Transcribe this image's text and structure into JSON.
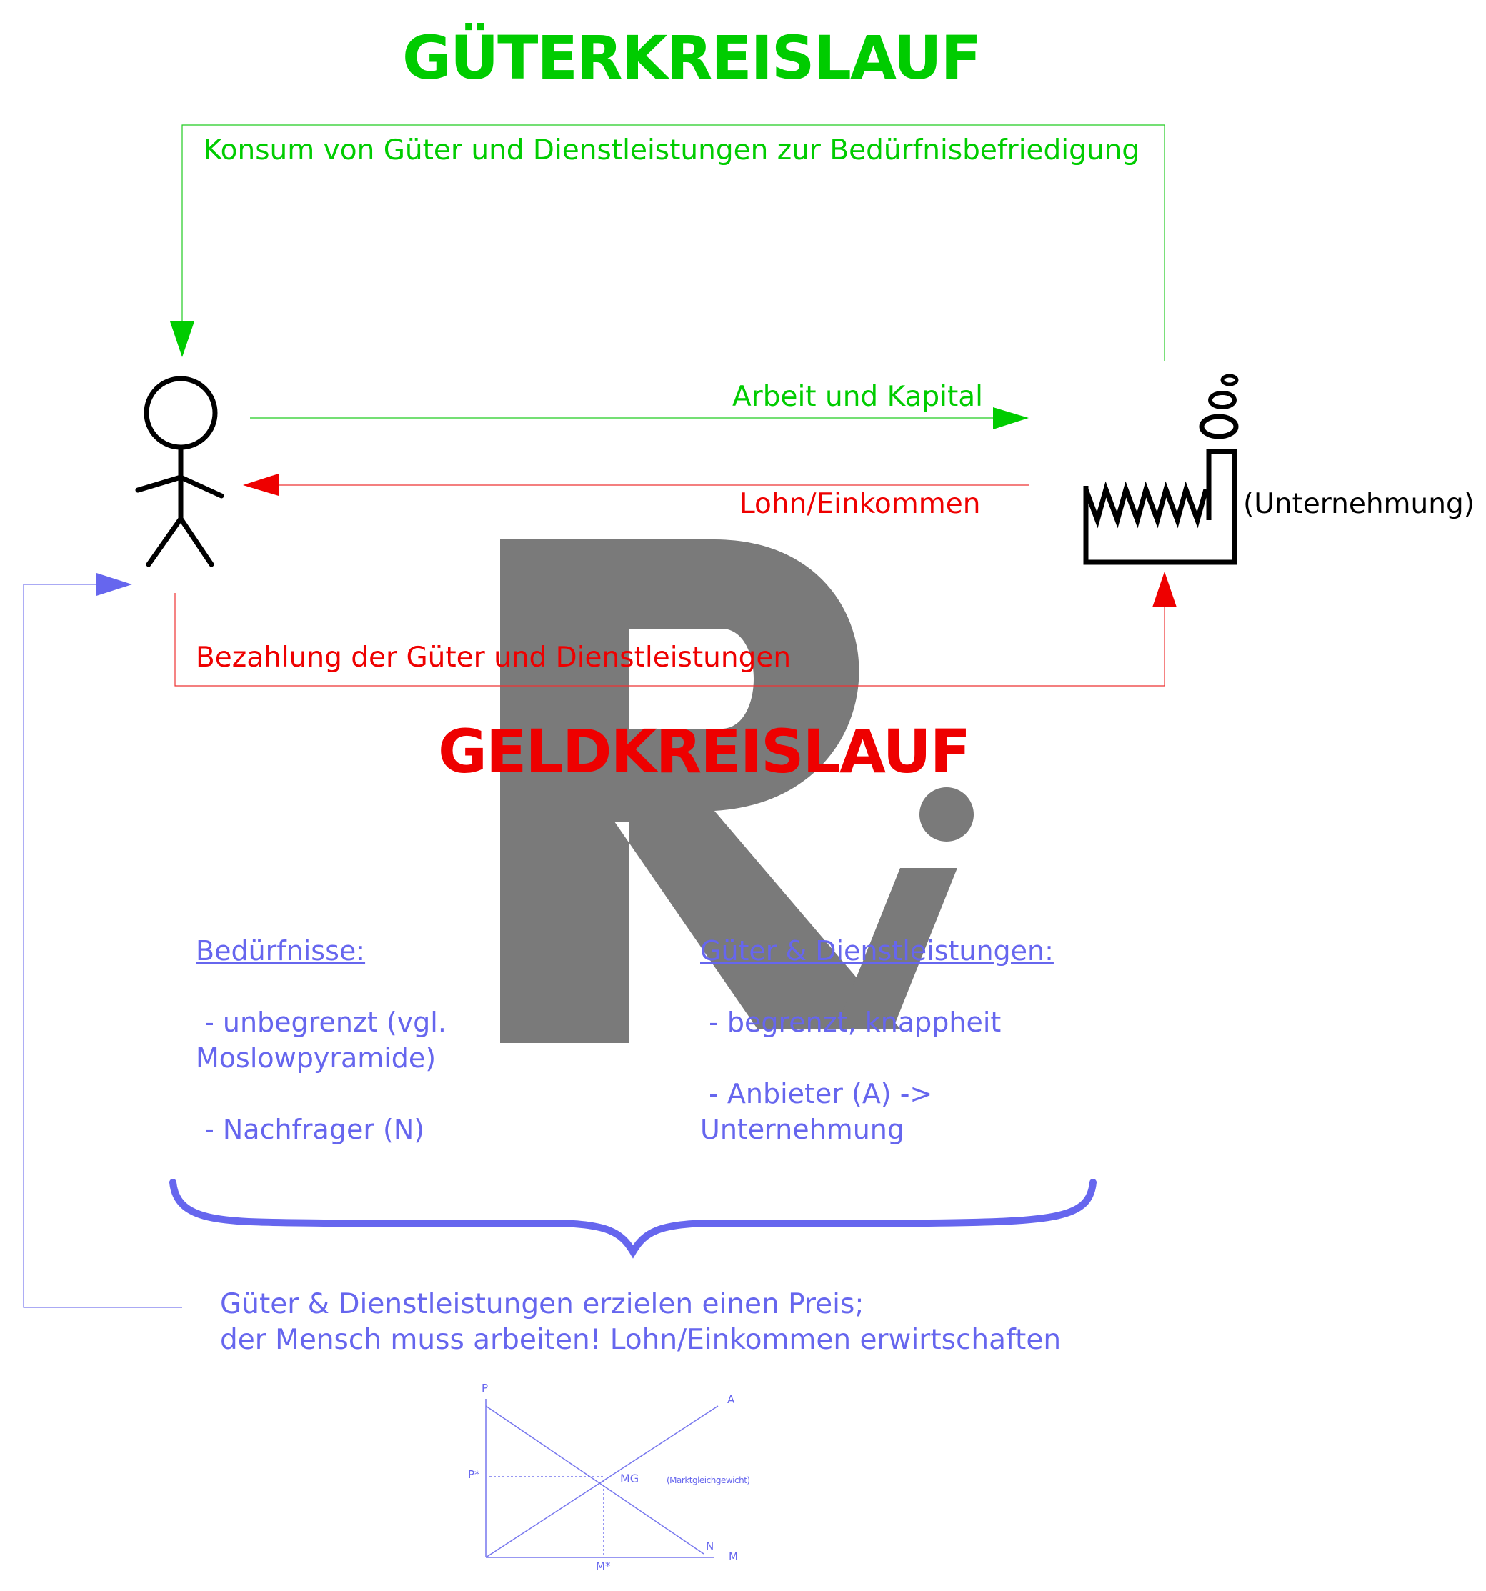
{
  "goods_cycle": {
    "title": "GÜTERKREISLAUF",
    "consumption_label": "Konsum von Güter und Dienstleistungen zur Bedürfnisbefriedigung",
    "labor_capital_label": "Arbeit und Kapital"
  },
  "money_cycle": {
    "title": "GELDKREISLAUF",
    "wage_label": "Lohn/Einkommen",
    "payment_label": "Bezahlung der Güter und Dienstleistungen"
  },
  "company_label": "(Unternehmung)",
  "needs": {
    "heading": "Bedürfnisse:",
    "point1_line1": " - unbegrenzt (vgl.",
    "point1_line2": "Moslowpyramide)",
    "point2": " - Nachfrager (N)"
  },
  "goods": {
    "heading": "Güter & Dienstleistungen:",
    "point1": " - begrenzt, knappheit",
    "point2_line1": " - Anbieter (A) ->",
    "point2_line2": "Unternehmung"
  },
  "conclusion": {
    "line1": "Güter & Dienstleistungen erzielen einen Preis;",
    "line2": "der Mensch muss arbeiten! Lohn/Einkommen erwirtschaften"
  },
  "market_chart": {
    "axis_p": "P",
    "axis_m": "M",
    "supply": "A",
    "demand": "N",
    "price_eq": "P*",
    "qty_eq": "M*",
    "eq_point": "MG",
    "eq_note": "(Marktgleichgewicht)"
  },
  "colors": {
    "goods": "#00cc00",
    "money": "#ee0000",
    "info": "#6666ee",
    "watermark": "#7a7a7a"
  },
  "icons": [
    "person-icon",
    "factory-icon",
    "watermark-logo"
  ]
}
